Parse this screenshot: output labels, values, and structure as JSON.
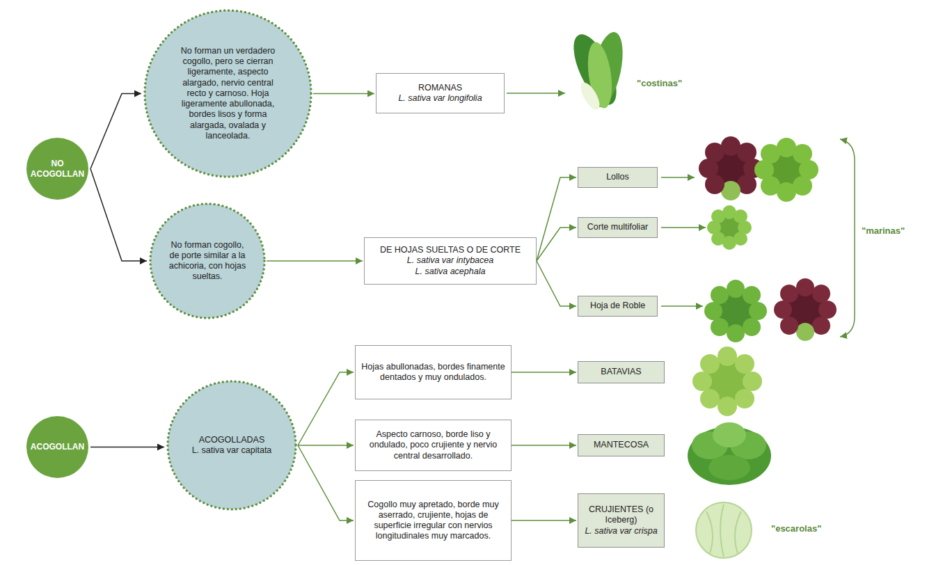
{
  "diagram": {
    "nodes": [
      {
        "text": [
          "NO ACOGOLLAN"
        ]
      },
      {
        "text": [
          "No forman un verdadero cogollo, pero se cierran ligeramente, aspecto alargado, nervio central recto y carnoso. Hoja ligeramente abullonada, bordes lisos y forma alargada, ovalada y lanceolada."
        ]
      },
      {
        "text": [
          "ROMANAS",
          "L. sativa var longifolia"
        ]
      },
      {
        "text": [
          "No forman cogollo, de porte similar a la achicoria, con hojas sueltas."
        ]
      },
      {
        "text": [
          "DE HOJAS SUELTAS O DE CORTE",
          "L. sativa var intybacea",
          "L. sativa acephala"
        ]
      },
      {
        "text": [
          "Lollos"
        ]
      },
      {
        "text": [
          "Corte multifoliar"
        ]
      },
      {
        "text": [
          "Hoja de Roble"
        ]
      },
      {
        "text": [
          "ACOGOLLAN"
        ]
      },
      {
        "text": [
          "ACOGOLLADAS",
          "L. sativa var capitata"
        ]
      },
      {
        "text": [
          "Hojas abullonadas, bordes finamente dentados y muy ondulados."
        ]
      },
      {
        "text": [
          "BATAVIAS"
        ]
      },
      {
        "text": [
          "Aspecto carnoso, borde liso y ondulado, poco crujiente y nervio central desarrollado."
        ]
      },
      {
        "text": [
          "MANTECOSA"
        ]
      },
      {
        "text": [
          "Cogollo muy apretado, borde muy aserrado, crujiente, hojas de superficie irregular con nervios longitudinales muy marcados."
        ]
      },
      {
        "text": [
          "CRUJIENTES (o Iceberg)",
          "L. sativa var crispa"
        ]
      }
    ],
    "edges": [
      {
        "from": 0,
        "to": 1,
        "arrow": "to"
      },
      {
        "from": 0,
        "to": 3,
        "arrow": "to"
      },
      {
        "from": 1,
        "to": 2,
        "arrow": "to"
      },
      {
        "from": 3,
        "to": 4,
        "arrow": "to"
      },
      {
        "from": 4,
        "to": 5,
        "arrow": "to"
      },
      {
        "from": 4,
        "to": 6,
        "arrow": "to"
      },
      {
        "from": 4,
        "to": 7,
        "arrow": "to"
      },
      {
        "from": 8,
        "to": 9,
        "arrow": "to"
      },
      {
        "from": 9,
        "to": 10,
        "arrow": "to"
      },
      {
        "from": 9,
        "to": 12,
        "arrow": "to"
      },
      {
        "from": 9,
        "to": 14,
        "arrow": "to"
      },
      {
        "from": 10,
        "to": 11,
        "arrow": "to"
      },
      {
        "from": 12,
        "to": 13,
        "arrow": "to"
      },
      {
        "from": 14,
        "to": 15,
        "arrow": "to"
      }
    ],
    "labels": [
      "\"costinas\"",
      "\"marinas\"",
      "\"escarolas\""
    ]
  }
}
